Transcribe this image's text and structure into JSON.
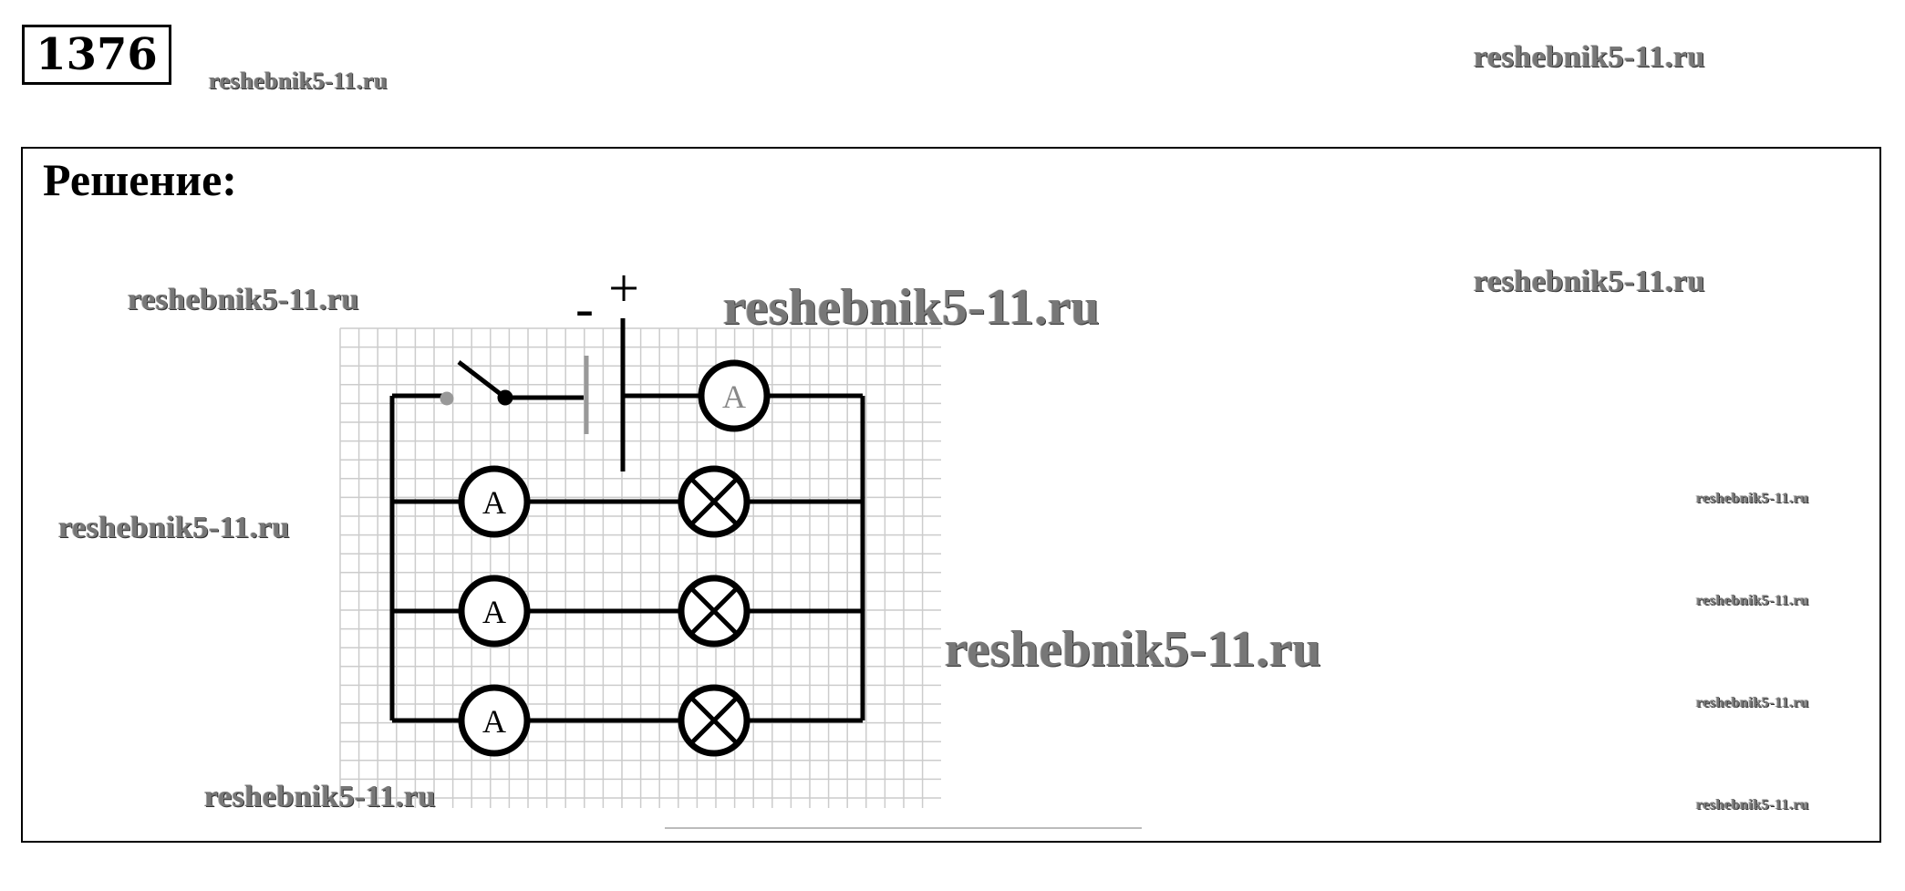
{
  "problem_number": "1376",
  "heading": "Решение:",
  "watermark": "reshebnik5-11.ru",
  "circuit": {
    "ammeter_label": "A",
    "plus_label": "+",
    "minus_label": "-",
    "branches": 3
  }
}
